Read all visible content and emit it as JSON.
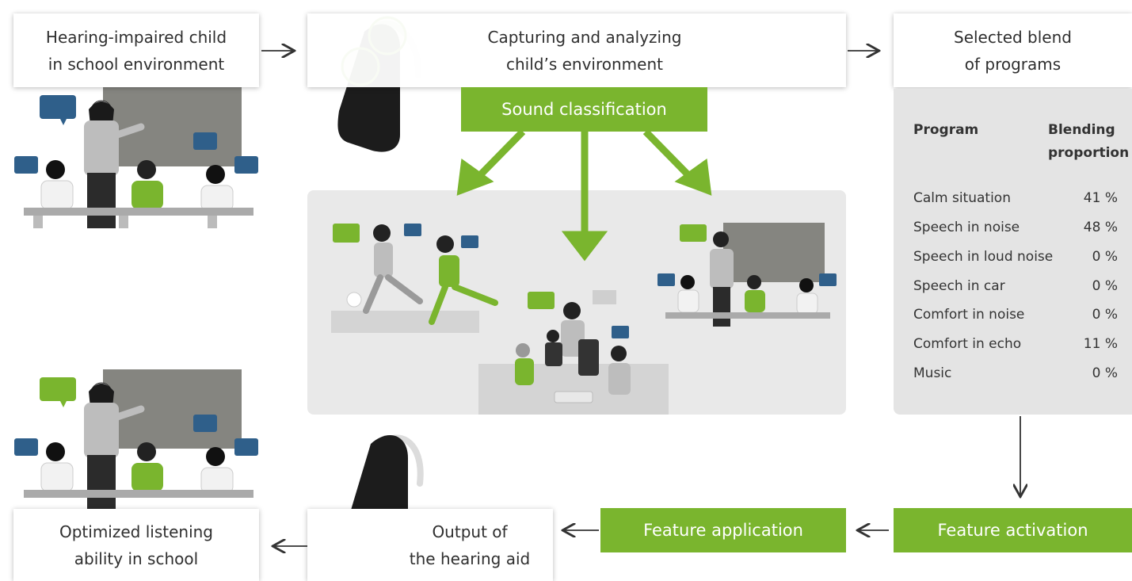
{
  "steps": {
    "child": {
      "line1": "Hearing-impaired child",
      "line2": "in school environment"
    },
    "capture": {
      "line1": "Capturing and analyzing",
      "line2": "child’s environment"
    },
    "blend": {
      "line1": "Selected blend",
      "line2": "of programs"
    },
    "optimized": {
      "line1": "Optimized listening",
      "line2": "ability in school"
    },
    "output": {
      "line1": "Output of",
      "line2": "the hearing aid"
    }
  },
  "labels": {
    "sound_classification": "Sound classification",
    "feature_application": "Feature application",
    "feature_activation": "Feature activation"
  },
  "program_table": {
    "col_program": "Program",
    "col_blend_line1": "Blending",
    "col_blend_line2": "proportion",
    "rows": [
      {
        "name": "Calm situation",
        "value": "41 %"
      },
      {
        "name": "Speech in noise",
        "value": "48 %"
      },
      {
        "name": "Speech in loud noise",
        "value": "0 %"
      },
      {
        "name": "Speech in car",
        "value": "0 %"
      },
      {
        "name": "Comfort in noise",
        "value": "0 %"
      },
      {
        "name": "Comfort in echo",
        "value": "11 %"
      },
      {
        "name": "Music",
        "value": "0 %"
      }
    ]
  },
  "colors": {
    "green": "#7ab52e",
    "blue_bubble": "#2f5f8a",
    "grey_panel": "#e9e9e9",
    "board": "#858580",
    "device": "#1c1c1c"
  }
}
